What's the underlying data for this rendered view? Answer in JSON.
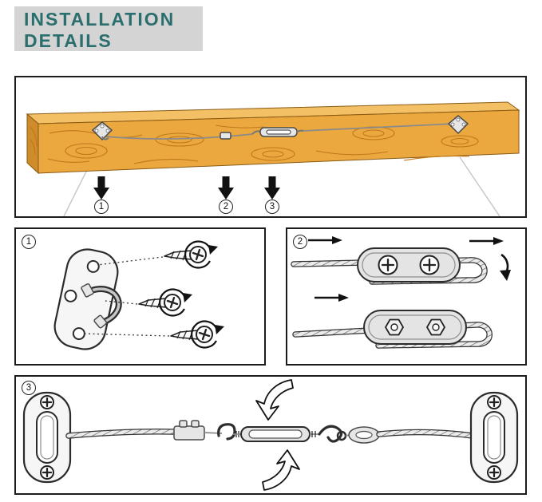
{
  "header": {
    "line1": "INSTALLATION",
    "line2": "DETAILS"
  },
  "overview": {
    "callouts": [
      {
        "label": "1"
      },
      {
        "label": "2"
      },
      {
        "label": "3"
      }
    ]
  },
  "steps": [
    {
      "label": "1"
    },
    {
      "label": "2"
    },
    {
      "label": "3"
    }
  ],
  "icons": {
    "down_arrow": "solid black down arrow",
    "rotate_arrow": "curved rotation arrow",
    "right_arrow": "direction arrow"
  },
  "colors": {
    "header_bg": "#d4d4d4",
    "header_text": "#2a6e6e",
    "panel_border": "#1c1c1c",
    "wood_front": "#eaa83e",
    "wood_top": "#f3c066",
    "wood_end": "#cf8c2a",
    "wood_grain": "#c2771a",
    "metal_fill": "#e6e6e6"
  }
}
